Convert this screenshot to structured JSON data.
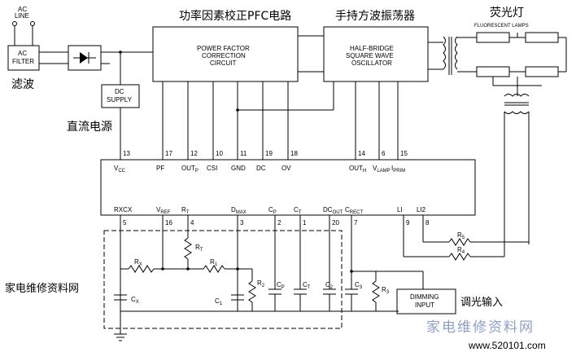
{
  "header_labels": {
    "ac_line": "AC\nLINE",
    "ac_filter": "AC\nFILTER",
    "lvbo": "滤波",
    "dc_supply": "DC\nSUPPLY",
    "zhiliu": "直流电源",
    "pfc_title": "功率因素校正PFC电路",
    "pfc_box": "POWER FACTOR\nCORRECTION\nCIRCUIT",
    "osc_title": "手持方波振荡器",
    "osc_box": "HALF-BRIDGE\nSQUARE WAVE\nOSCILLATOR",
    "lamp_title": "荧光灯",
    "lamp_sub": "FLUORESCENT LAMPS"
  },
  "ic_top_pins": [
    {
      "num": "13",
      "name": "V",
      "sub": "CC"
    },
    {
      "num": "17",
      "name": "PF",
      "sub": ""
    },
    {
      "num": "12",
      "name": "OUT",
      "sub": "P"
    },
    {
      "num": "10",
      "name": "CSI",
      "sub": ""
    },
    {
      "num": "11",
      "name": "GND",
      "sub": ""
    },
    {
      "num": "19",
      "name": "DC",
      "sub": ""
    },
    {
      "num": "18",
      "name": "OV",
      "sub": ""
    },
    {
      "num": "14",
      "name": "OUT",
      "sub": "H"
    },
    {
      "num": "6",
      "name": "V",
      "sub": "LAMP"
    },
    {
      "num": "15",
      "name": "I",
      "sub": "PRIM"
    }
  ],
  "ic_bottom_pins": [
    {
      "num": "5",
      "name": "RXCX",
      "sub": ""
    },
    {
      "num": "16",
      "name": "V",
      "sub": "REF"
    },
    {
      "num": "4",
      "name": "R",
      "sub": "T"
    },
    {
      "num": "3",
      "name": "D",
      "sub": "MAX"
    },
    {
      "num": "2",
      "name": "C",
      "sub": "P"
    },
    {
      "num": "1",
      "name": "C",
      "sub": "T"
    },
    {
      "num": "20",
      "name": "DC",
      "sub": "OUT"
    },
    {
      "num": "7",
      "name": "C",
      "sub": "RECT"
    },
    {
      "num": "9",
      "name": "LI",
      "sub": ""
    },
    {
      "num": "8",
      "name": "LI2",
      "sub": ""
    }
  ],
  "components": {
    "rx": {
      "name": "R",
      "sub": "X"
    },
    "rt": {
      "name": "R",
      "sub": "T"
    },
    "r1": {
      "name": "R",
      "sub": "1"
    },
    "r2": {
      "name": "R",
      "sub": "2"
    },
    "r3": {
      "name": "R",
      "sub": "3"
    },
    "r4": {
      "name": "R",
      "sub": "4"
    },
    "r5": {
      "name": "R",
      "sub": "5"
    },
    "cx": {
      "name": "C",
      "sub": "X"
    },
    "c1": {
      "name": "C",
      "sub": "1"
    },
    "cp": {
      "name": "C",
      "sub": "P"
    },
    "ct": {
      "name": "C",
      "sub": "T"
    },
    "c2": {
      "name": "C",
      "sub": "2"
    },
    "c3": {
      "name": "C",
      "sub": "3"
    }
  },
  "bottom_labels": {
    "dimming": "DIMMING\nINPUT",
    "tiaoguang": "调光输入",
    "weixiu": "家电维修资料网",
    "watermark": "家电维修资料网",
    "watermark_url": "www.520101.com"
  }
}
